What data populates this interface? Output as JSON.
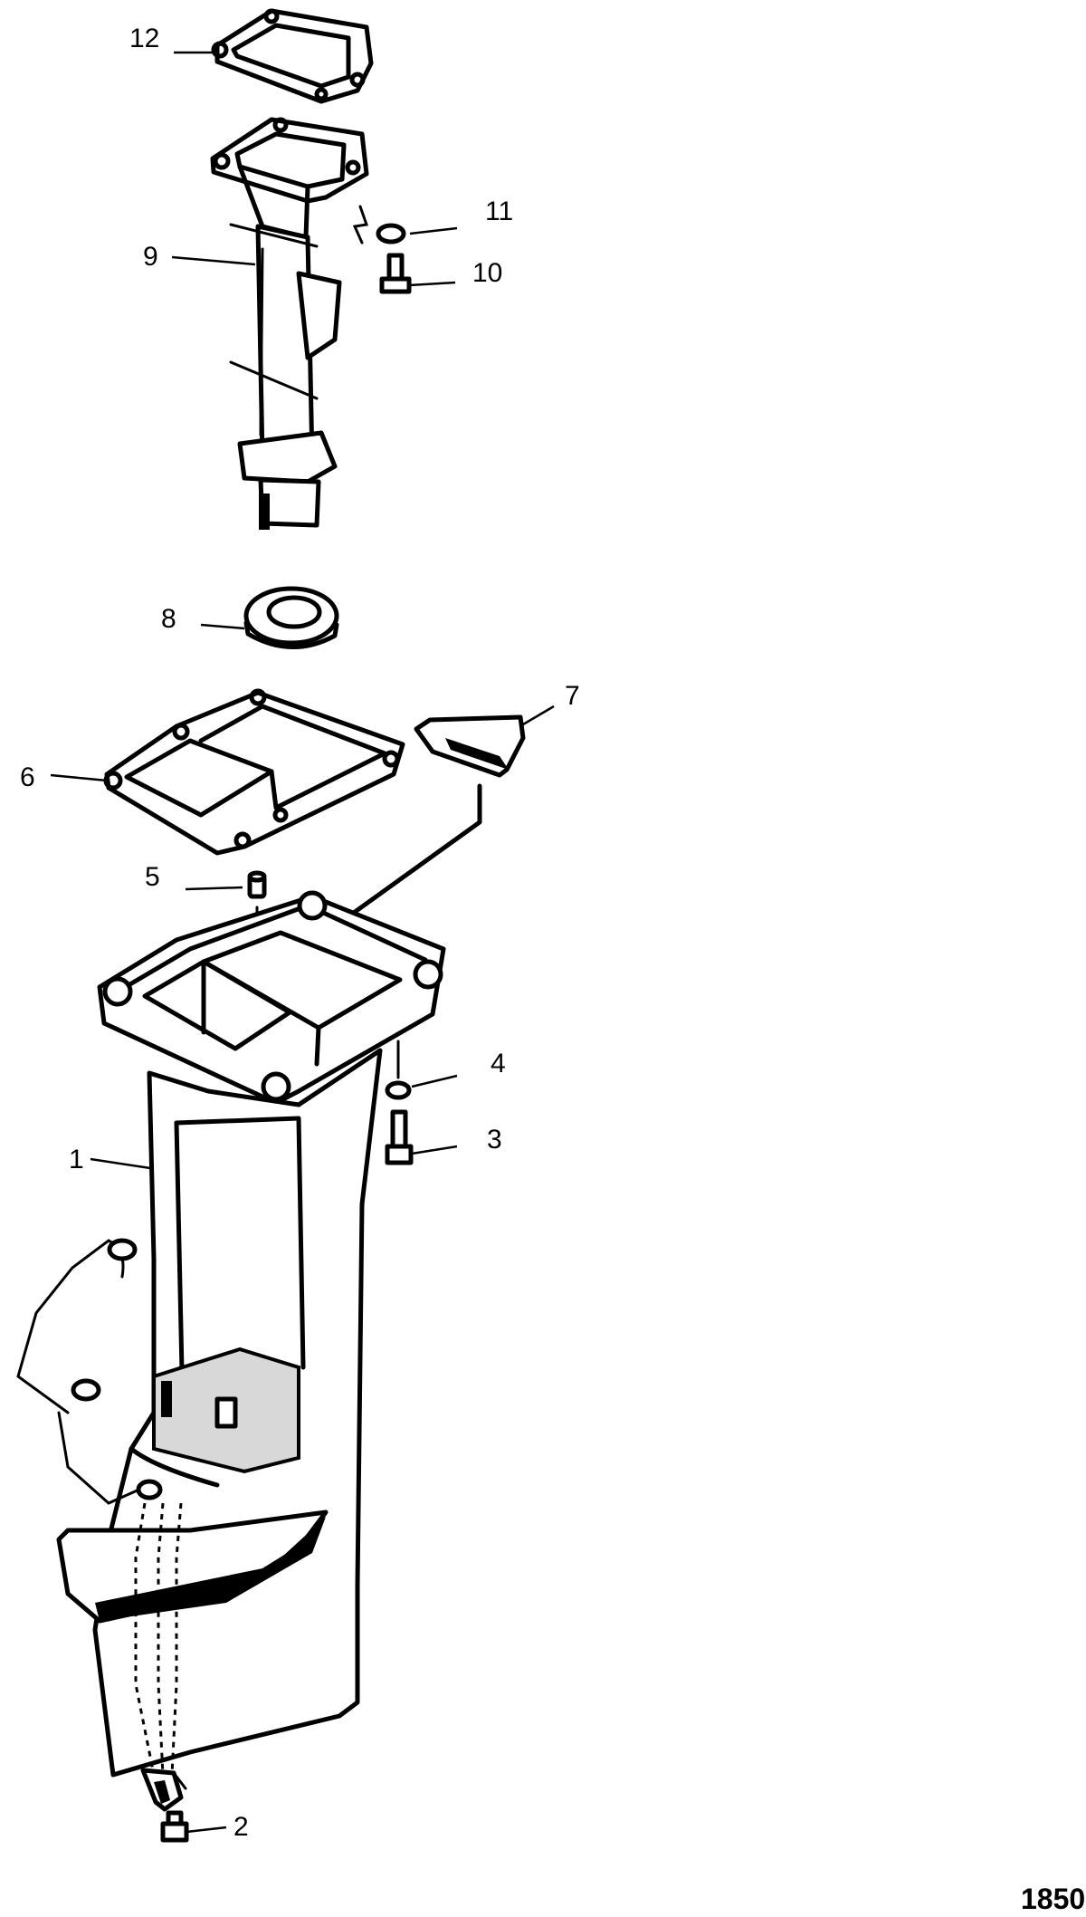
{
  "figure_number": "1850",
  "callouts": [
    {
      "id": "1",
      "label": "1"
    },
    {
      "id": "2",
      "label": "2"
    },
    {
      "id": "3",
      "label": "3"
    },
    {
      "id": "4",
      "label": "4"
    },
    {
      "id": "5",
      "label": "5"
    },
    {
      "id": "6",
      "label": "6"
    },
    {
      "id": "7",
      "label": "7"
    },
    {
      "id": "8",
      "label": "8"
    },
    {
      "id": "9",
      "label": "9"
    },
    {
      "id": "10",
      "label": "10"
    },
    {
      "id": "11",
      "label": "11"
    },
    {
      "id": "12",
      "label": "12"
    }
  ]
}
